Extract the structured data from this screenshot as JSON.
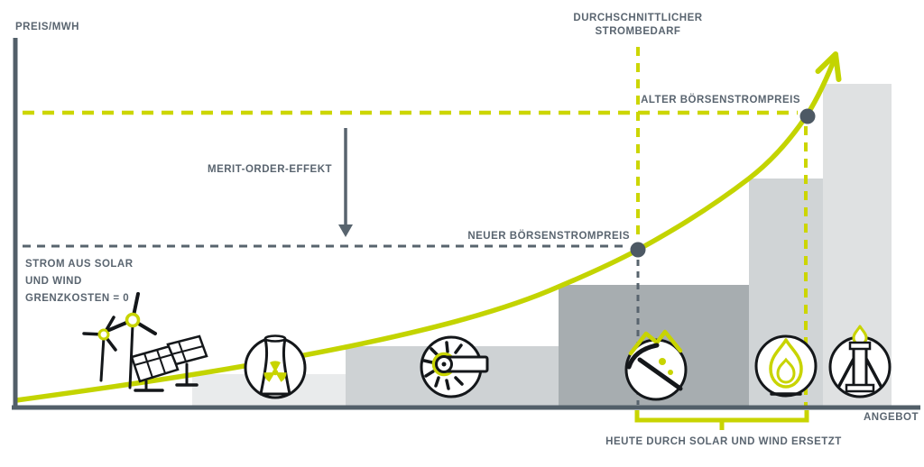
{
  "axes": {
    "y_label": "PREIS/MWH",
    "x_label": "ANGEBOT"
  },
  "annotations": {
    "demand_line1": "DURCHSCHNITTLICHER",
    "demand_line2": "STROMBEDARF",
    "old_price": "ALTER BÖRSENSTROMPREIS",
    "new_price": "NEUER BÖRSENSTROMPREIS",
    "merit_effect": "MERIT-ORDER-EFFEKT",
    "renewables_line1": "STROM AUS SOLAR",
    "renewables_line2": "UND WIND",
    "renewables_line3": "GRENZKOSTEN = 0",
    "replaced": "HEUTE DURCH SOLAR UND WIND ERSETZT"
  },
  "colors": {
    "accent_yellow": "#c8d400",
    "axis_dark_gray": "#525f69",
    "text_gray": "#5a6570",
    "price_dot_gray": "#4d5964"
  },
  "supply_bars": [
    {
      "name": "nuclear",
      "icon": "nuclear-plant-icon",
      "color": "#e9ebec",
      "relative_height": 1.0
    },
    {
      "name": "hydro-turbine",
      "icon": "turbine-icon",
      "color": "#ced2d4",
      "relative_height": 1.9
    },
    {
      "name": "coal",
      "icon": "coal-pickaxe-icon",
      "color": "#a7adb0",
      "relative_height": 3.8
    },
    {
      "name": "gas",
      "icon": "gas-flame-icon",
      "color": "#d0d4d6",
      "relative_height": 7.2
    },
    {
      "name": "oil",
      "icon": "oil-pump-icon",
      "color": "#dfe1e2",
      "relative_height": 10.2
    }
  ],
  "icons": [
    "wind-solar-icon",
    "nuclear-plant-icon",
    "turbine-icon",
    "coal-pickaxe-icon",
    "gas-flame-icon",
    "oil-pump-icon"
  ]
}
